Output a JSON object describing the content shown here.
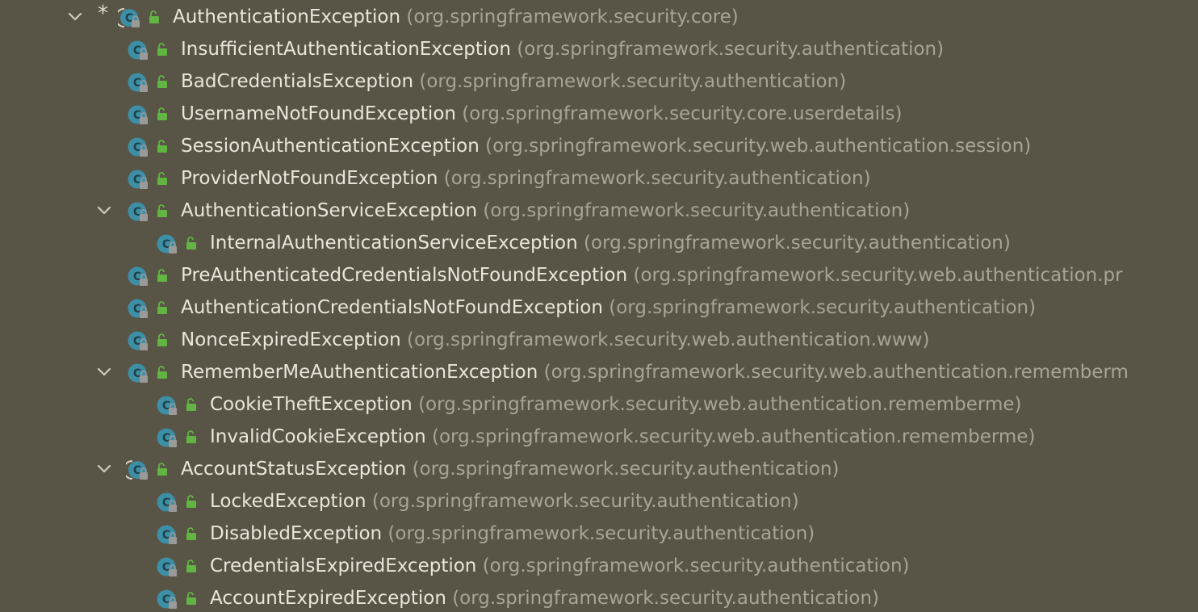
{
  "tree": {
    "rows": [
      {
        "name": "AuthenticationException",
        "pkg": "(org.springframework.security.core)",
        "indent": 0,
        "expanded": true,
        "abstract": true,
        "icon": "class-icon"
      },
      {
        "name": "InsufficientAuthenticationException",
        "pkg": "(org.springframework.security.authentication)",
        "indent": 1,
        "icon": "class-icon"
      },
      {
        "name": "BadCredentialsException",
        "pkg": "(org.springframework.security.authentication)",
        "indent": 1,
        "icon": "class-icon"
      },
      {
        "name": "UsernameNotFoundException",
        "pkg": "(org.springframework.security.core.userdetails)",
        "indent": 1,
        "icon": "class-icon"
      },
      {
        "name": "SessionAuthenticationException",
        "pkg": "(org.springframework.security.web.authentication.session)",
        "indent": 1,
        "icon": "class-icon"
      },
      {
        "name": "ProviderNotFoundException",
        "pkg": "(org.springframework.security.authentication)",
        "indent": 1,
        "icon": "class-icon"
      },
      {
        "name": "AuthenticationServiceException",
        "pkg": "(org.springframework.security.authentication)",
        "indent": 1,
        "expanded": true,
        "icon": "class-icon"
      },
      {
        "name": "InternalAuthenticationServiceException",
        "pkg": "(org.springframework.security.authentication)",
        "indent": 2,
        "icon": "class-icon"
      },
      {
        "name": "PreAuthenticatedCredentialsNotFoundException",
        "pkg": "(org.springframework.security.web.authentication.pr",
        "indent": 1,
        "icon": "class-icon"
      },
      {
        "name": "AuthenticationCredentialsNotFoundException",
        "pkg": "(org.springframework.security.authentication)",
        "indent": 1,
        "icon": "class-icon"
      },
      {
        "name": "NonceExpiredException",
        "pkg": "(org.springframework.security.web.authentication.www)",
        "indent": 1,
        "icon": "class-icon"
      },
      {
        "name": "RememberMeAuthenticationException",
        "pkg": "(org.springframework.security.web.authentication.rememberm",
        "indent": 1,
        "expanded": true,
        "icon": "class-icon"
      },
      {
        "name": "CookieTheftException",
        "pkg": "(org.springframework.security.web.authentication.rememberme)",
        "indent": 2,
        "icon": "class-icon"
      },
      {
        "name": "InvalidCookieException",
        "pkg": "(org.springframework.security.web.authentication.rememberme)",
        "indent": 2,
        "icon": "class-icon"
      },
      {
        "name": "AccountStatusException",
        "pkg": "(org.springframework.security.authentication)",
        "indent": 1,
        "expanded": true,
        "abstract": true,
        "icon": "class-icon"
      },
      {
        "name": "LockedException",
        "pkg": "(org.springframework.security.authentication)",
        "indent": 2,
        "icon": "class-icon"
      },
      {
        "name": "DisabledException",
        "pkg": "(org.springframework.security.authentication)",
        "indent": 2,
        "icon": "class-icon"
      },
      {
        "name": "CredentialsExpiredException",
        "pkg": "(org.springframework.security.authentication)",
        "indent": 2,
        "icon": "class-icon"
      },
      {
        "name": "AccountExpiredException",
        "pkg": "(org.springframework.security.authentication)",
        "indent": 2,
        "icon": "class-icon"
      }
    ],
    "marker": "*"
  },
  "colors": {
    "background": "#585446",
    "class_name": "#e9e6da",
    "package": "#a8a496",
    "class_icon": "#3d8fa6",
    "access_public": "#62b543"
  }
}
